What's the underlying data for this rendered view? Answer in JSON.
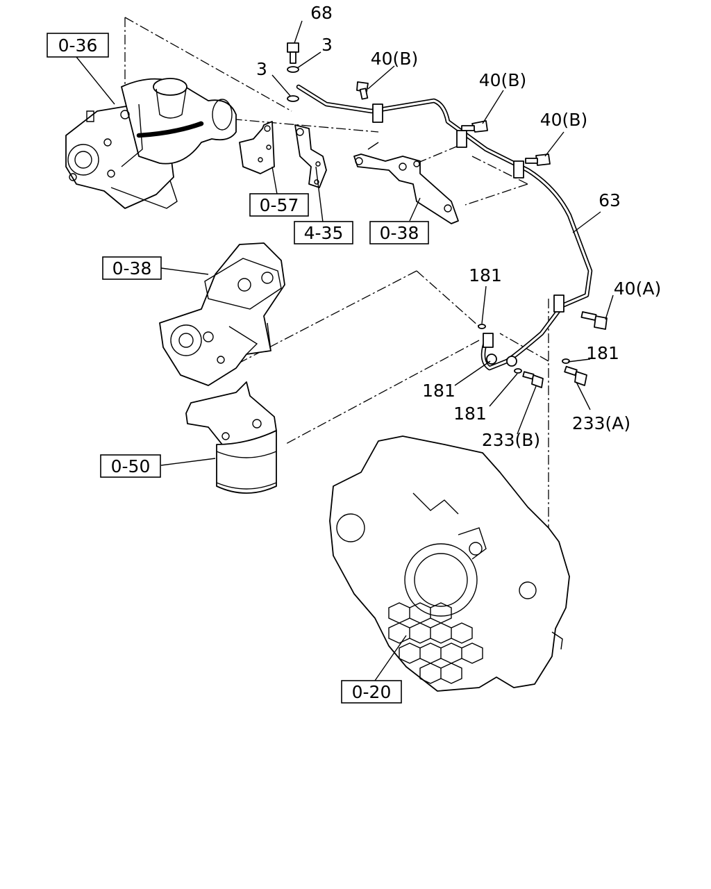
{
  "callouts": {
    "boxed": [
      "0-36",
      "0-57",
      "4-35",
      "0-38",
      "0-38",
      "0-50",
      "0-20"
    ],
    "plain": [
      "68",
      "3",
      "3",
      "40(B)",
      "40(B)",
      "40(B)",
      "63",
      "181",
      "40(A)",
      "181",
      "181",
      "181",
      "233(A)",
      "233(B)"
    ]
  }
}
